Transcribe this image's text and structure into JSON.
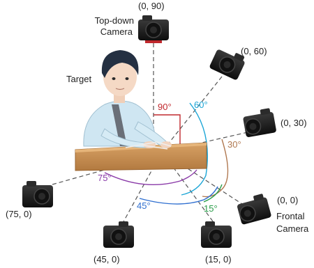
{
  "title_labels": {
    "top_down_camera": [
      "Top-down",
      "Camera"
    ],
    "frontal_camera": [
      "Frontal",
      "Camera"
    ],
    "target": "Target"
  },
  "cameras": [
    {
      "id": "cam-0-90",
      "label": "(0, 90)"
    },
    {
      "id": "cam-0-60",
      "label": "(0, 60)"
    },
    {
      "id": "cam-0-30",
      "label": "(0, 30)"
    },
    {
      "id": "cam-0-0",
      "label": "(0, 0)"
    },
    {
      "id": "cam-15-0",
      "label": "(15, 0)"
    },
    {
      "id": "cam-45-0",
      "label": "(45, 0)"
    },
    {
      "id": "cam-75-0",
      "label": "(75, 0)"
    }
  ],
  "angles": [
    {
      "id": "angle-90",
      "label": "90°",
      "color": "#c0282d"
    },
    {
      "id": "angle-60",
      "label": "60°",
      "color": "#1aa5d6"
    },
    {
      "id": "angle-30",
      "label": "30°",
      "color": "#b07850"
    },
    {
      "id": "angle-15",
      "label": "15°",
      "color": "#2a9d4a"
    },
    {
      "id": "angle-45",
      "label": "45°",
      "color": "#2f6fd0"
    },
    {
      "id": "angle-75",
      "label": "75°",
      "color": "#8a3aa8"
    }
  ]
}
